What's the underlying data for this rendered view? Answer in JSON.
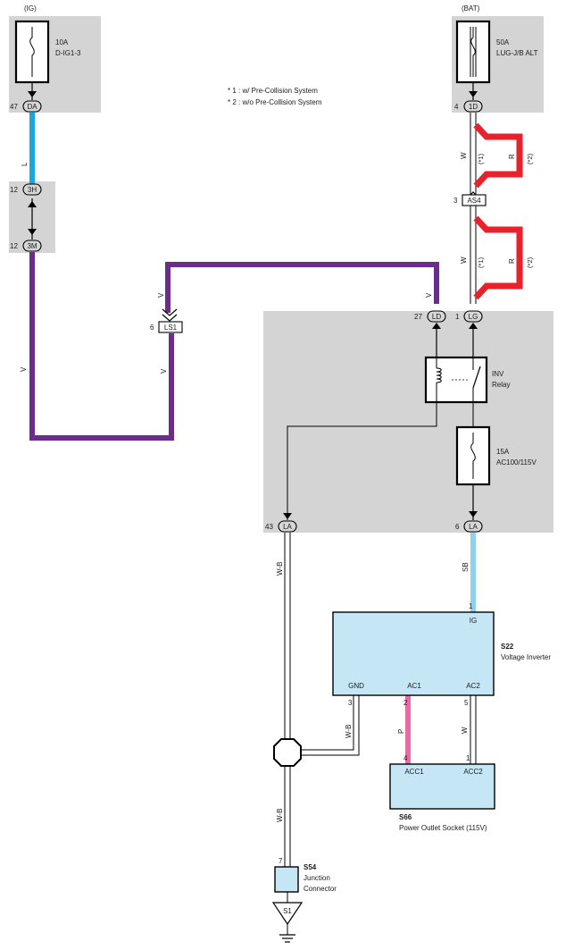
{
  "notes": [
    "* 1 : w/ Pre-Collision System",
    "* 2 : w/o Pre-Collision System"
  ],
  "sources": {
    "ig": {
      "label": "(IG)",
      "fuse_rating": "10A",
      "fuse_name": "D-IG1-3"
    },
    "bat": {
      "label": "(BAT)",
      "fuse_rating": "50A",
      "fuse_name": "LUG-J/B ALT"
    }
  },
  "relay": {
    "name_line1": "INV",
    "name_line2": "Relay"
  },
  "fuse_ac": {
    "rating": "15A",
    "name": "AC100/115V"
  },
  "connectors": {
    "da": {
      "pin": "47",
      "code": "DA"
    },
    "d1": {
      "pin": "4",
      "code": "1D"
    },
    "h3": {
      "pin": "12",
      "code": "3H"
    },
    "m3": {
      "pin": "12",
      "code": "3M"
    },
    "as4": {
      "pin": "3",
      "code": "AS4"
    },
    "ld": {
      "pin": "27",
      "code": "LD"
    },
    "lg": {
      "pin": "1",
      "code": "LG"
    },
    "ls1": {
      "pin": "6",
      "code": "LS1"
    },
    "la_left": {
      "pin": "43",
      "code": "LA"
    },
    "la_right": {
      "pin": "6",
      "code": "LA"
    }
  },
  "wire_colors": {
    "L": "L",
    "V": "V",
    "W": "W",
    "R": "R",
    "SB": "SB",
    "WB": "W-B",
    "P": "P",
    "star1": "(*1)",
    "star2": "(*2)"
  },
  "components": {
    "s22": {
      "code": "S22",
      "name": "Voltage Inverter",
      "pins": {
        "ig": "IG",
        "gnd": "GND",
        "ac1": "AC1",
        "ac2": "AC2"
      },
      "pin_numbers": {
        "ig": "1",
        "gnd": "3",
        "ac1": "2",
        "ac2": "5"
      }
    },
    "s66": {
      "code": "S66",
      "name": "Power Outlet Socket (115V)",
      "pins": {
        "acc1": "ACC1",
        "acc2": "ACC2"
      },
      "pin_numbers": {
        "acc1": "4",
        "acc2": "1"
      }
    },
    "s54": {
      "code": "S54",
      "name_line1": "Junction",
      "name_line2": "Connector",
      "pin": "7"
    },
    "ground": {
      "code": "S1"
    }
  },
  "colors": {
    "blue_L": "#1aa7e0",
    "violet_V": "#6a2d8e",
    "red_R": "#e8212b",
    "sky_SB": "#8fd2ef",
    "pink_P": "#ea6aa8",
    "component_fill": "#c5e7f5",
    "shaded_box": "#d4d4d4"
  }
}
